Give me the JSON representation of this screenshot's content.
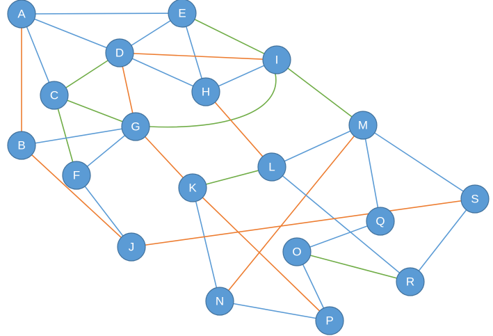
{
  "colors": {
    "node_fill": "#5b9bd5",
    "node_stroke": "#41719c",
    "label": "#ffffff",
    "edge_blue": "#5b9bd5",
    "edge_orange": "#ed7d31",
    "edge_green": "#70ad47"
  },
  "nodes": [
    {
      "id": "A",
      "label": "A"
    },
    {
      "id": "E",
      "label": "E"
    },
    {
      "id": "D",
      "label": "D"
    },
    {
      "id": "I",
      "label": "I"
    },
    {
      "id": "C",
      "label": "C"
    },
    {
      "id": "H",
      "label": "H"
    },
    {
      "id": "G",
      "label": "G"
    },
    {
      "id": "M",
      "label": "M"
    },
    {
      "id": "B",
      "label": "B"
    },
    {
      "id": "F",
      "label": "F"
    },
    {
      "id": "L",
      "label": "L"
    },
    {
      "id": "K",
      "label": "K"
    },
    {
      "id": "S",
      "label": "S"
    },
    {
      "id": "Q",
      "label": "Q"
    },
    {
      "id": "J",
      "label": "J"
    },
    {
      "id": "O",
      "label": "O"
    },
    {
      "id": "R",
      "label": "R"
    },
    {
      "id": "N",
      "label": "N"
    },
    {
      "id": "P",
      "label": "P"
    }
  ],
  "edges": [
    {
      "from": "A",
      "to": "E",
      "color": "edge_blue"
    },
    {
      "from": "A",
      "to": "D",
      "color": "edge_blue"
    },
    {
      "from": "A",
      "to": "C",
      "color": "edge_blue"
    },
    {
      "from": "A",
      "to": "B",
      "color": "edge_orange"
    },
    {
      "from": "E",
      "to": "D",
      "color": "edge_blue"
    },
    {
      "from": "E",
      "to": "H",
      "color": "edge_blue"
    },
    {
      "from": "E",
      "to": "I",
      "color": "edge_green"
    },
    {
      "from": "D",
      "to": "I",
      "color": "edge_orange"
    },
    {
      "from": "D",
      "to": "H",
      "color": "edge_blue"
    },
    {
      "from": "D",
      "to": "C",
      "color": "edge_green"
    },
    {
      "from": "D",
      "to": "G",
      "color": "edge_orange"
    },
    {
      "from": "I",
      "to": "H",
      "color": "edge_blue"
    },
    {
      "from": "I",
      "to": "G",
      "color": "edge_green",
      "curved": true
    },
    {
      "from": "I",
      "to": "M",
      "color": "edge_green"
    },
    {
      "from": "C",
      "to": "G",
      "color": "edge_green"
    },
    {
      "from": "C",
      "to": "F",
      "color": "edge_green"
    },
    {
      "from": "H",
      "to": "L",
      "color": "edge_orange"
    },
    {
      "from": "G",
      "to": "B",
      "color": "edge_blue"
    },
    {
      "from": "G",
      "to": "F",
      "color": "edge_blue"
    },
    {
      "from": "G",
      "to": "K",
      "color": "edge_orange"
    },
    {
      "from": "B",
      "to": "J",
      "color": "edge_orange"
    },
    {
      "from": "F",
      "to": "J",
      "color": "edge_blue"
    },
    {
      "from": "M",
      "to": "L",
      "color": "edge_blue"
    },
    {
      "from": "M",
      "to": "Q",
      "color": "edge_blue"
    },
    {
      "from": "M",
      "to": "S",
      "color": "edge_blue"
    },
    {
      "from": "M",
      "to": "N",
      "color": "edge_orange"
    },
    {
      "from": "L",
      "to": "K",
      "color": "edge_green"
    },
    {
      "from": "L",
      "to": "R",
      "color": "edge_blue"
    },
    {
      "from": "K",
      "to": "N",
      "color": "edge_blue"
    },
    {
      "from": "K",
      "to": "P",
      "color": "edge_orange"
    },
    {
      "from": "S",
      "to": "J",
      "color": "edge_orange"
    },
    {
      "from": "S",
      "to": "R",
      "color": "edge_blue"
    },
    {
      "from": "Q",
      "to": "O",
      "color": "edge_blue"
    },
    {
      "from": "O",
      "to": "R",
      "color": "edge_green"
    },
    {
      "from": "O",
      "to": "P",
      "color": "edge_blue"
    },
    {
      "from": "N",
      "to": "P",
      "color": "edge_blue"
    }
  ]
}
